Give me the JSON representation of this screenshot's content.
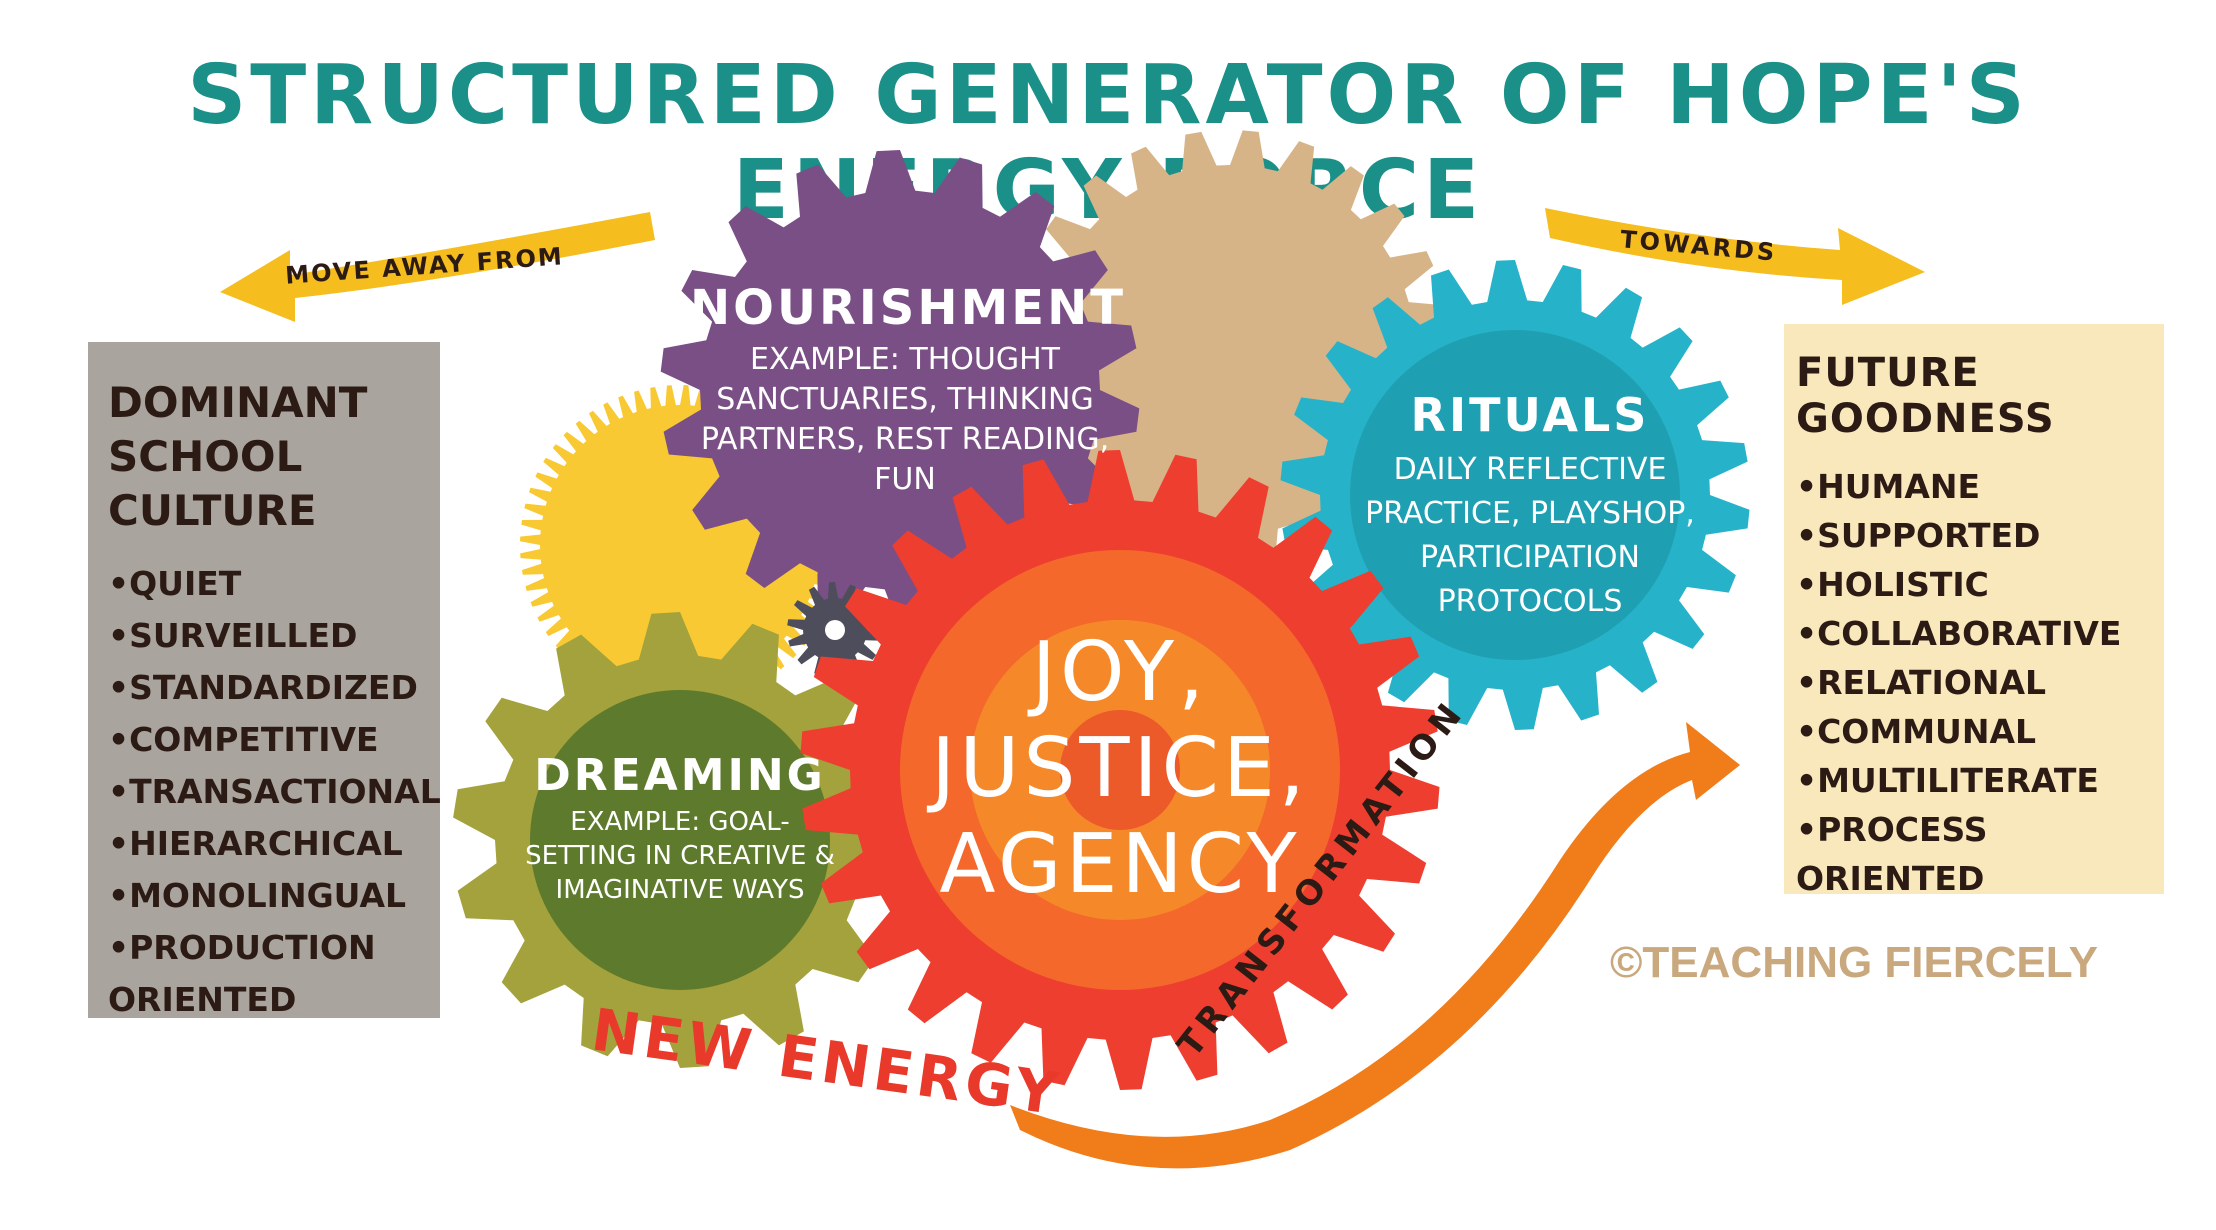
{
  "title": "STRUCTURED GENERATOR OF HOPE'S ENERGY FORCE",
  "left_arrow_label": "MOVE AWAY FROM",
  "right_arrow_label": "TOWARDS",
  "left_panel": {
    "title": "DOMINANT SCHOOL CULTURE",
    "items": [
      "•QUIET",
      "•SURVEILLED",
      "•STANDARDIZED",
      "•COMPETITIVE",
      "•TRANSACTIONAL",
      "•HIERARCHICAL",
      "•MONOLINGUAL",
      "•PRODUCTION ORIENTED"
    ]
  },
  "right_panel": {
    "title": "FUTURE GOODNESS",
    "items": [
      "•HUMANE",
      "•SUPPORTED",
      "•HOLISTIC",
      "•COLLABORATIVE",
      "•RELATIONAL",
      "•COMMUNAL",
      "•MULTILITERATE",
      "•PROCESS ORIENTED"
    ]
  },
  "gears": {
    "nourishment": {
      "title": "NOURISHMENT",
      "body": "EXAMPLE: THOUGHT SANCTUARIES, THINKING PARTNERS, REST READING, FUN",
      "color": "#7a4f86"
    },
    "rituals": {
      "title": "RITUALS",
      "body": "DAILY REFLECTIVE PRACTICE, PLAYSHOP, PARTICIPATION PROTOCOLS",
      "color": "#26b3c9"
    },
    "dreaming": {
      "title": "DREAMING",
      "body": "EXAMPLE: GOAL-SETTING IN CREATIVE & IMAGINATIVE WAYS",
      "color": "#5e7a2c"
    },
    "center": {
      "title": "JOY, JUSTICE, AGENCY",
      "color": "#ee3e2f"
    }
  },
  "new_energy": "NEW ENERGY",
  "transformation": "TRANSFORMATION",
  "copyright": "©TEACHING FIERCELY",
  "colors": {
    "title": "#1a9088",
    "arrow_yellow": "#f5bd1e",
    "arrow_orange": "#f07c1a",
    "tan_gear": "#d6b488",
    "yellow_gear": "#f8c932",
    "olive_gear": "#a3a23d",
    "dark_gear": "#4e4d5c"
  }
}
